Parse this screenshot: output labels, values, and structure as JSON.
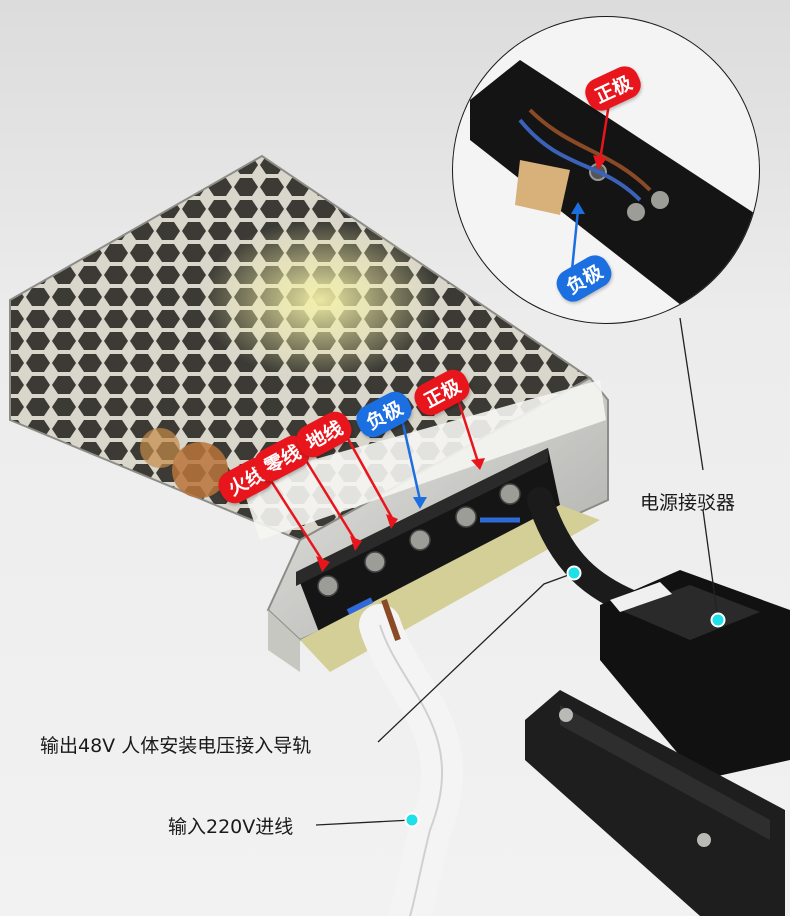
{
  "callouts": {
    "connector": "电源接驳器",
    "output": "输出48V 人体安装电压接入导轨",
    "input": "输入220V进线"
  },
  "terminal_labels": {
    "live": "火线",
    "neutral": "零线",
    "ground": "地线",
    "negative": "负极",
    "positive": "正极"
  },
  "inset_labels": {
    "positive": "正极",
    "negative": "负极"
  },
  "colors": {
    "red_tag": "#e8161c",
    "blue_tag": "#1c6fe0",
    "cyan_dot": "#1ee0e6"
  }
}
